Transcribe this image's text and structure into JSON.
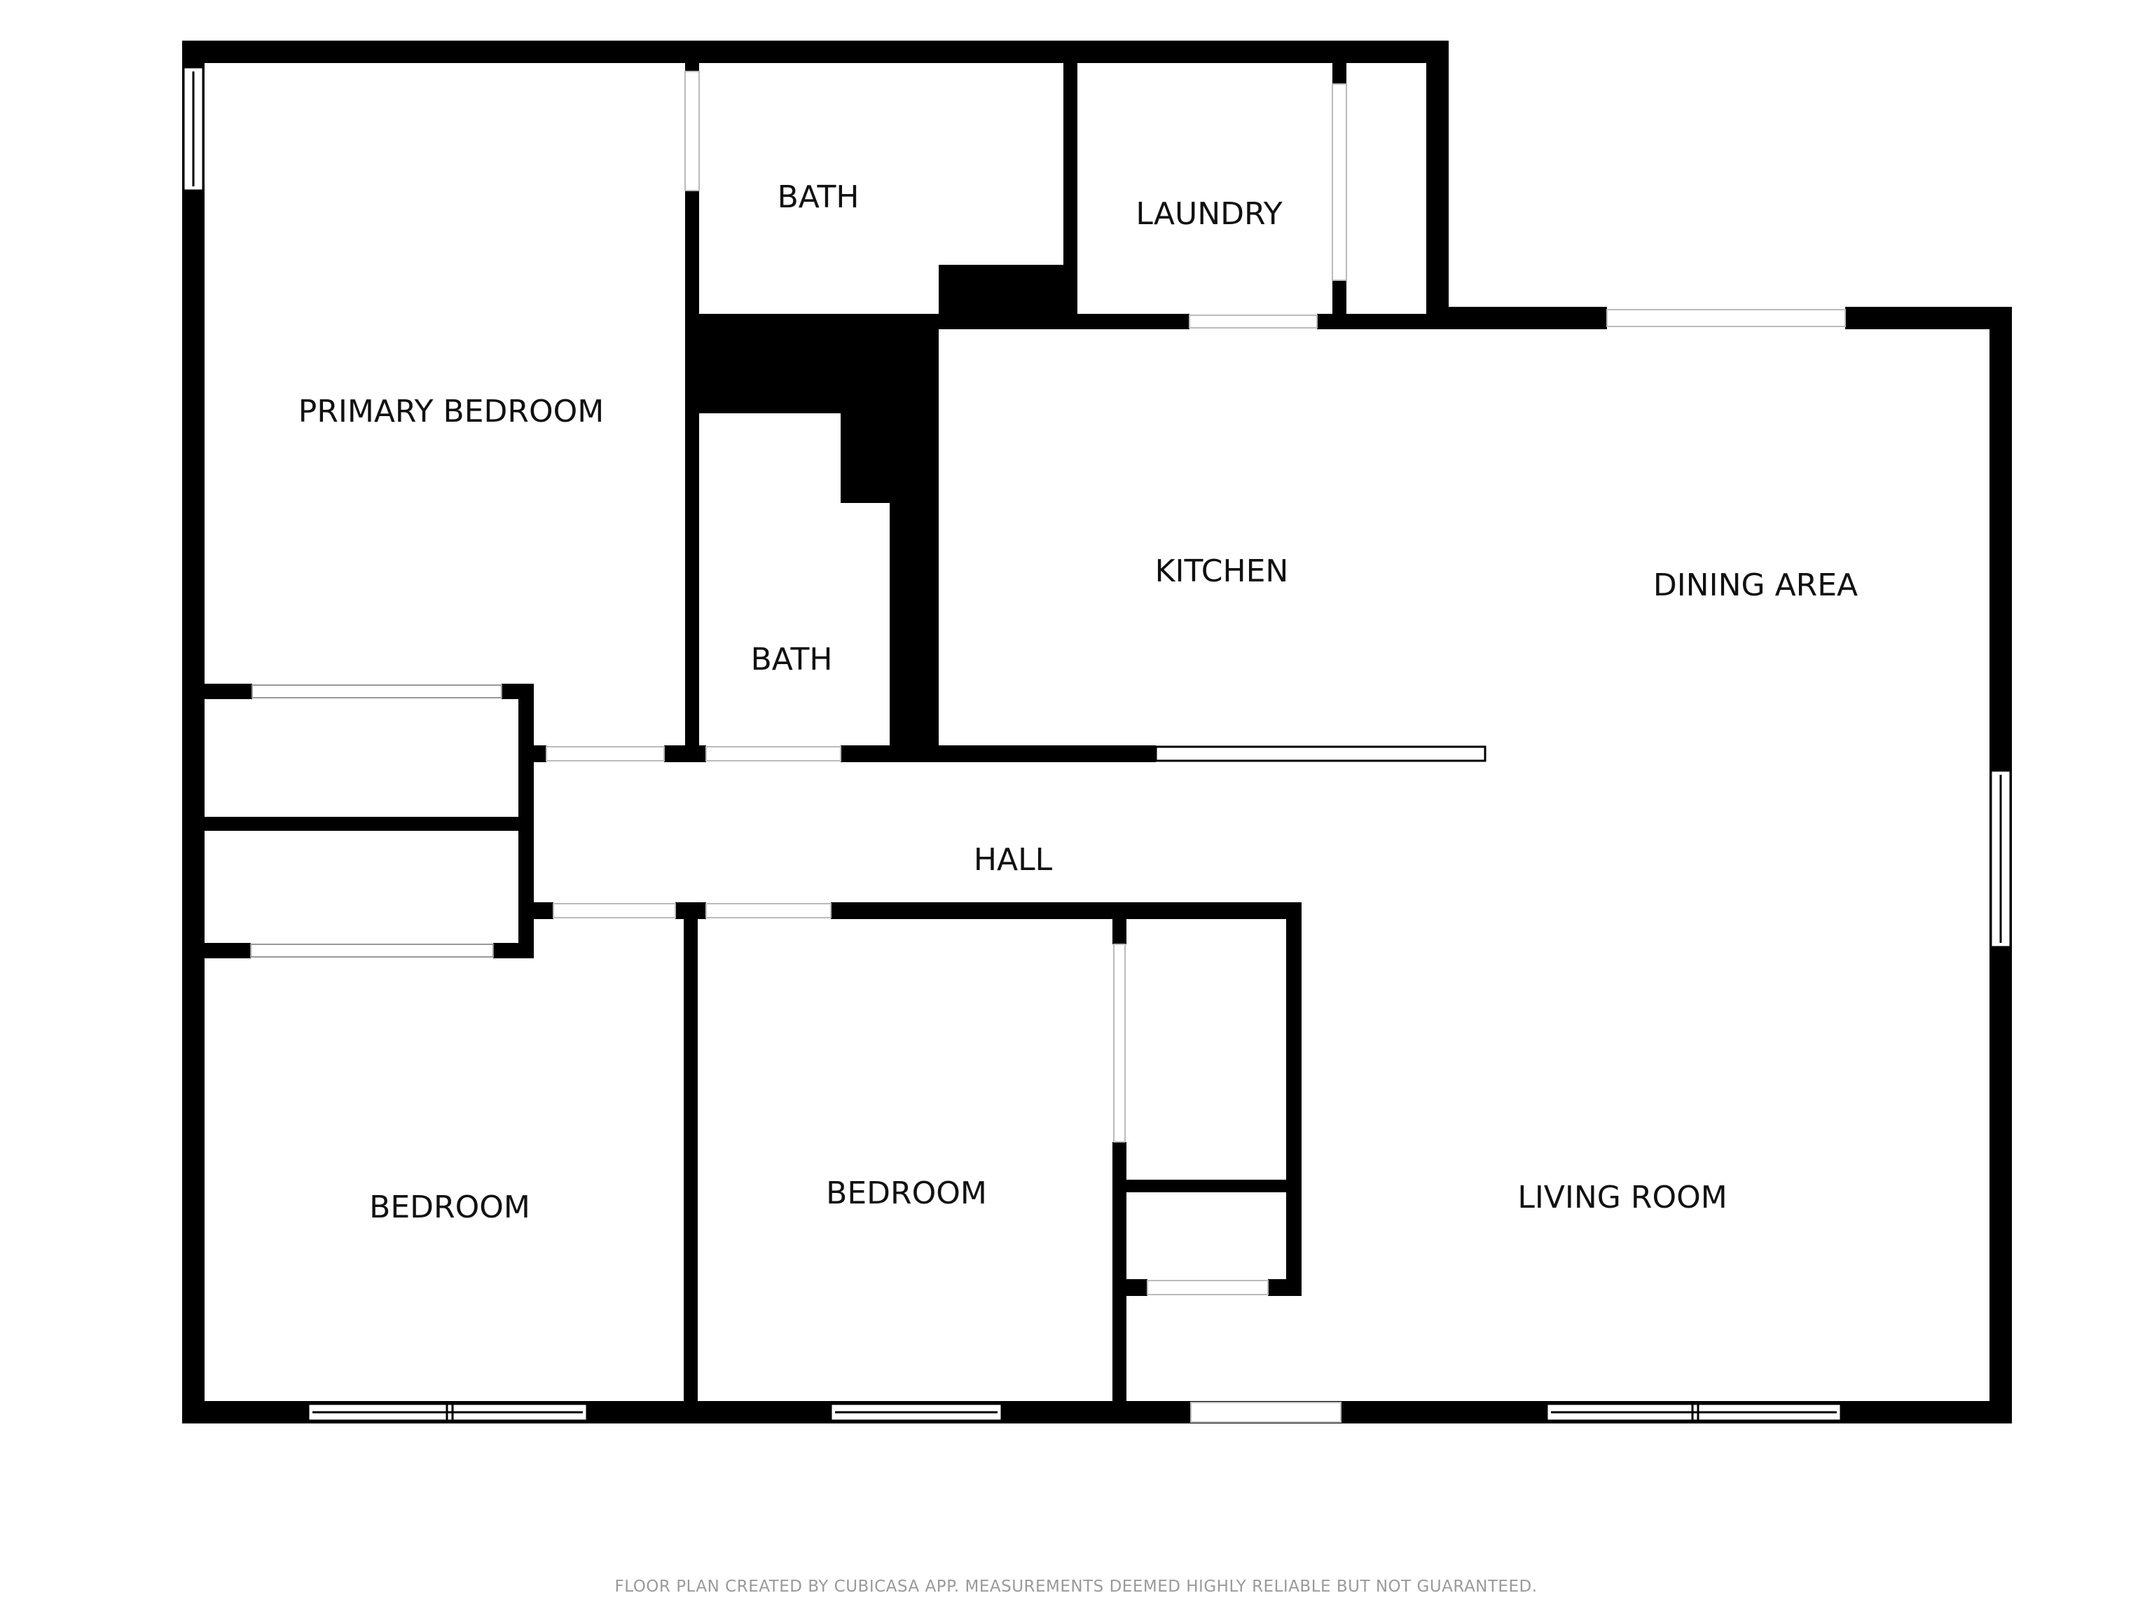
{
  "plan": {
    "wall_color": "#000000",
    "background_color": "#ffffff",
    "rooms": {
      "primary_bedroom": "PRIMARY BEDROOM",
      "bath_top": "BATH",
      "laundry": "LAUNDRY",
      "kitchen": "KITCHEN",
      "dining_area": "DINING AREA",
      "bath_lower": "BATH",
      "hall": "HALL",
      "bedroom_left": "BEDROOM",
      "bedroom_middle": "BEDROOM",
      "living_room": "LIVING ROOM"
    }
  },
  "footer": {
    "note": "FLOOR PLAN CREATED BY CUBICASA APP. MEASUREMENTS DEEMED HIGHLY RELIABLE BUT NOT GUARANTEED."
  }
}
